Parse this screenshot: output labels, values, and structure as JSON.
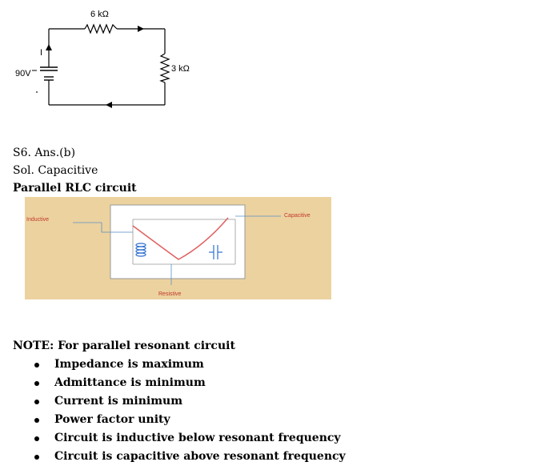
{
  "circuit": {
    "top_resistor_label": "6 kΩ",
    "right_resistor_label": "3 kΩ",
    "source_label": "90V",
    "current_label": "I"
  },
  "solution": {
    "answer": "S6. Ans.(b)",
    "sol": "Sol. Capacitive",
    "heading": "Parallel RLC circuit"
  },
  "graph": {
    "left_label": "Inductive",
    "right_label": "Capacitive",
    "bottom_label": "Resistive",
    "colors": {
      "background": "#ecd29f",
      "curve": "#e06060",
      "axis": "#5a8fc4"
    }
  },
  "note": {
    "heading": "NOTE: For parallel resonant circuit",
    "items": [
      "Impedance is maximum",
      "Admittance is minimum",
      "Current is minimum",
      "Power factor unity",
      "Circuit is inductive below resonant frequency",
      "Circuit is capacitive above resonant frequency"
    ]
  }
}
